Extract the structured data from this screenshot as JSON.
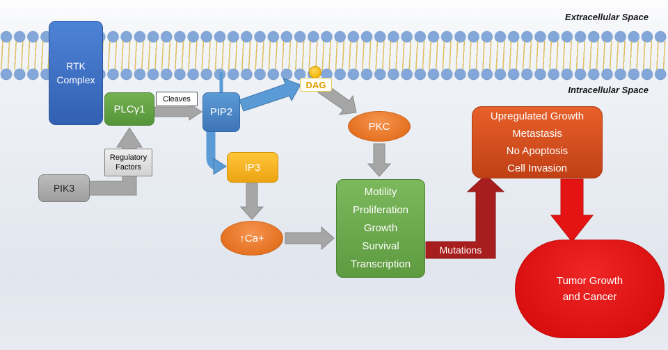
{
  "labels": {
    "extracellular": "Extracellular Space",
    "intracellular": "Intracellular Space"
  },
  "nodes": {
    "rtk": {
      "lines": [
        "RTK",
        "Complex"
      ]
    },
    "plcg1": {
      "label": "PLCγ1"
    },
    "cleaves": {
      "label": "Cleaves"
    },
    "pip2": {
      "label": "PIP2"
    },
    "dag": {
      "label": "DAG"
    },
    "ip3": {
      "label": "IP3"
    },
    "pkc": {
      "label": "PKC"
    },
    "calcium": {
      "label": "↑Ca+"
    },
    "pik3": {
      "label": "PIK3"
    },
    "regulatory": {
      "lines": [
        "Regulatory",
        "Factors"
      ]
    },
    "effects": {
      "lines": [
        "Motility",
        "Proliferation",
        "Growth",
        "Survival",
        "Transcription"
      ]
    },
    "mutations": {
      "label": "Mutations"
    },
    "upregulated": {
      "lines": [
        "Upregulated Growth",
        "Metastasis",
        "No Apoptosis",
        "Cell Invasion"
      ]
    },
    "tumor": {
      "lines": [
        "Tumor Growth",
        "and Cancer"
      ]
    }
  },
  "colors": {
    "membrane_head": "#83a7d8",
    "membrane_tail": "#dcb84e",
    "blue": "#5b9bd5",
    "green": "#6aa84f",
    "orange": "#ed7d31",
    "gold": "#f5b31c",
    "gray": "#a6a6a6",
    "dark_red": "#a81d1d",
    "red": "#e41414",
    "rust": "#d4501e"
  }
}
